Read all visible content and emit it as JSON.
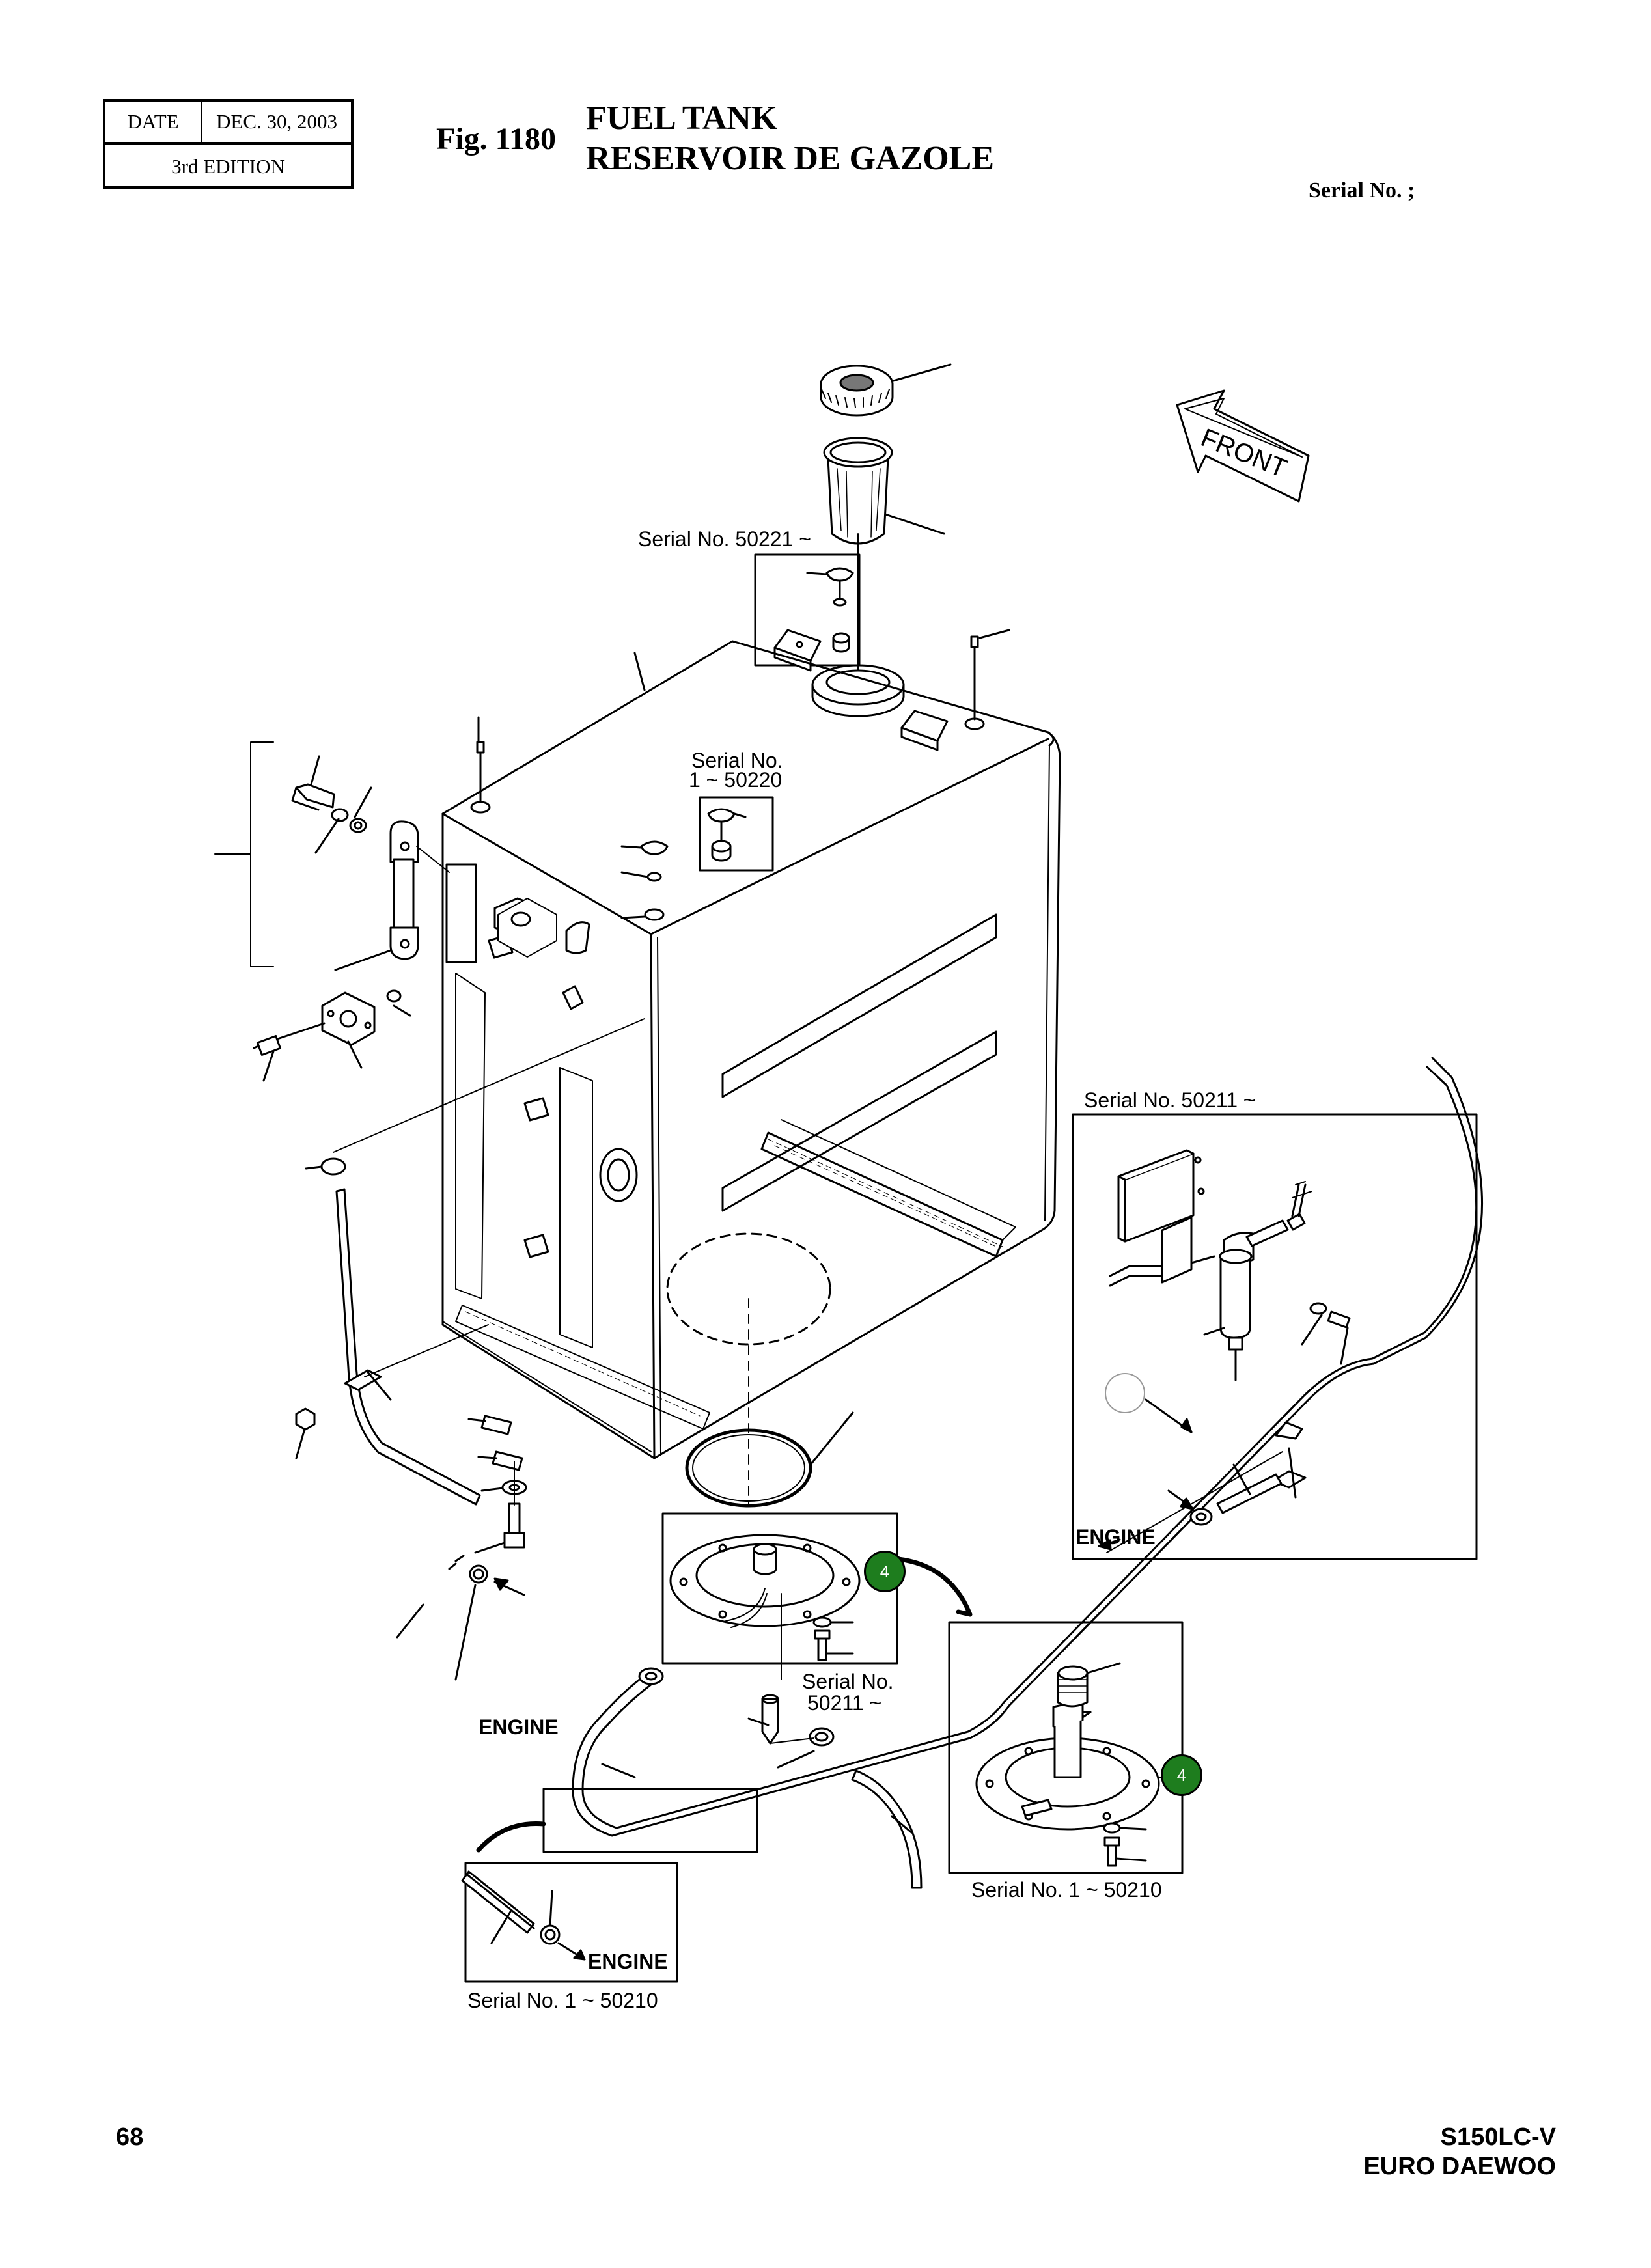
{
  "header": {
    "date_label": "DATE",
    "date_value": "DEC. 30, 2003",
    "edition": "3rd  EDITION",
    "fig_number": "Fig. 1180",
    "title_en": "FUEL TANK",
    "title_fr": "RESERVOIR DE GAZOLE",
    "serial": "Serial No. ;"
  },
  "diagram": {
    "front_label": "FRONT",
    "serial_50221": "Serial No. 50221 ~",
    "serial_1_50220_l1": "Serial No.",
    "serial_1_50220_l2": "1 ~ 50220",
    "serial_50211_box": "Serial No. 50211 ~",
    "serial_50211_center_l1": "Serial No.",
    "serial_50211_center_l2": "50211 ~",
    "serial_1_50210_right": "Serial No. 1 ~ 50210",
    "serial_1_50210_left": "Serial No. 1 ~ 50210",
    "engine_1": "ENGINE",
    "engine_2": "ENGINE",
    "engine_3": "ENGINE",
    "badge_1": "4",
    "badge_2": "4",
    "badge_color": "#1e7d1e"
  },
  "footer": {
    "page_number": "68",
    "model": "S150LC-V",
    "brand": "EURO DAEWOO"
  }
}
